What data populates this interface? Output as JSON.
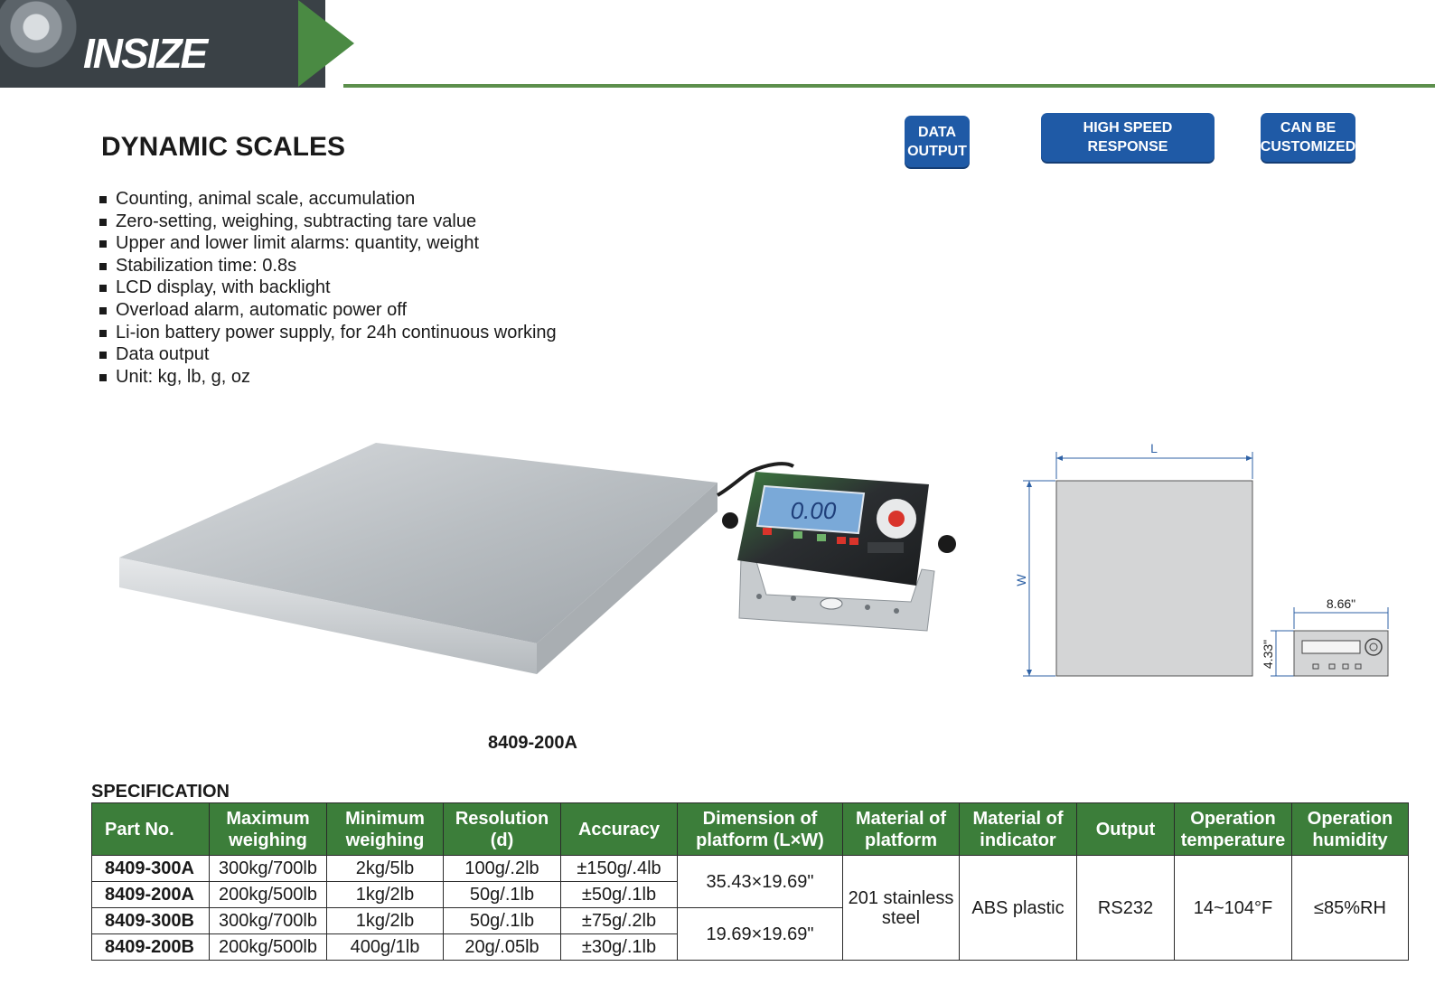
{
  "header": {
    "logo_text": "INSIZE",
    "colors": {
      "green": "#4a8a43",
      "blue": "#1f5aa6"
    }
  },
  "title": "DYNAMIC SCALES",
  "badges": [
    {
      "line1": "DATA",
      "line2": "OUTPUT"
    },
    {
      "line1": "HIGH SPEED RESPONSE"
    },
    {
      "line1": "CAN BE",
      "line2": "CUSTOMIZED"
    }
  ],
  "features": [
    "Counting, animal scale, accumulation",
    "Zero-setting, weighing, subtracting tare value",
    "Upper and lower limit alarms: quantity, weight",
    "Stabilization time: 0.8s",
    "LCD display, with backlight",
    "Overload alarm, automatic power off",
    "Li-ion battery power supply, for 24h continuous working",
    "Data output",
    "Unit: kg, lb, g, oz"
  ],
  "product": {
    "display_reading": "0.00",
    "caption": "8409-200A"
  },
  "diagram": {
    "label_l": "L",
    "label_w": "W",
    "indicator_width": "8.66\"",
    "indicator_height": "4.33\""
  },
  "specification": {
    "title": "SPECIFICATION",
    "headers": [
      "Part No.",
      "Maximum weighing",
      "Minimum weighing",
      "Resolution (d)",
      "Accuracy",
      "Dimension of platform (L×W)",
      "Material of platform",
      "Material of indicator",
      "Output",
      "Operation temperature",
      "Operation humidity"
    ],
    "rows": [
      {
        "part": "8409-300A",
        "max": "300kg/700lb",
        "min": "2kg/5lb",
        "res": "100g/.2lb",
        "acc": "±150g/.4lb"
      },
      {
        "part": "8409-200A",
        "max": "200kg/500lb",
        "min": "1kg/2lb",
        "res": "50g/.1lb",
        "acc": "±50g/.1lb"
      },
      {
        "part": "8409-300B",
        "max": "300kg/700lb",
        "min": "1kg/2lb",
        "res": "50g/.1lb",
        "acc": "±75g/.2lb"
      },
      {
        "part": "8409-200B",
        "max": "200kg/500lb",
        "min": "400g/1lb",
        "res": "20g/.05lb",
        "acc": "±30g/.1lb"
      }
    ],
    "dims": [
      "35.43×19.69\"",
      "19.69×19.69\""
    ],
    "platform_material": "201 stainless steel",
    "indicator_material": "ABS plastic",
    "output": "RS232",
    "temperature": "14~104°F",
    "humidity": "≤85%RH"
  }
}
